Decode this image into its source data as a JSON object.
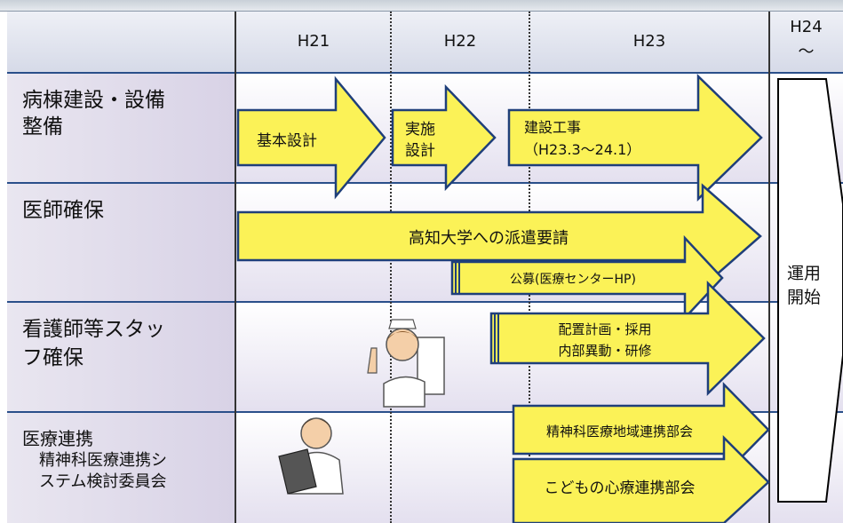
{
  "years": [
    "H21",
    "H22",
    "H23"
  ],
  "last_year": {
    "line1": "H24",
    "line2": "～"
  },
  "rows": {
    "building": {
      "line1": "病棟建設・設備",
      "line2": "整備"
    },
    "doctors": {
      "label": "医師確保"
    },
    "nurses": {
      "line1": "看護師等スタッ",
      "line2": "フ確保"
    },
    "collab": {
      "title": "医療連携",
      "sub1": "精神科医療連携シ",
      "sub2": "ステム検討委員会"
    }
  },
  "arrows": {
    "basic_design": "基本設計",
    "impl_design": {
      "line1": "実施",
      "line2": "設計"
    },
    "construction": {
      "line1": "建設工事",
      "line2": "（H23.3～24.1）"
    },
    "university": "高知大学への派遣要請",
    "recruit": "公募(医療センターHP)",
    "staffing": {
      "line1": "配置計画・採用",
      "line2": "内部異動・研修"
    },
    "psych_collab": "精神科医療地域連携部会",
    "child_collab": "こどもの心療連携部会"
  },
  "final": {
    "line1": "運用",
    "line2": "開始"
  },
  "colors": {
    "arrow_fill": "#fbf257",
    "arrow_stroke": "#1f3f7a",
    "grid_line": "#2a4f8a"
  }
}
